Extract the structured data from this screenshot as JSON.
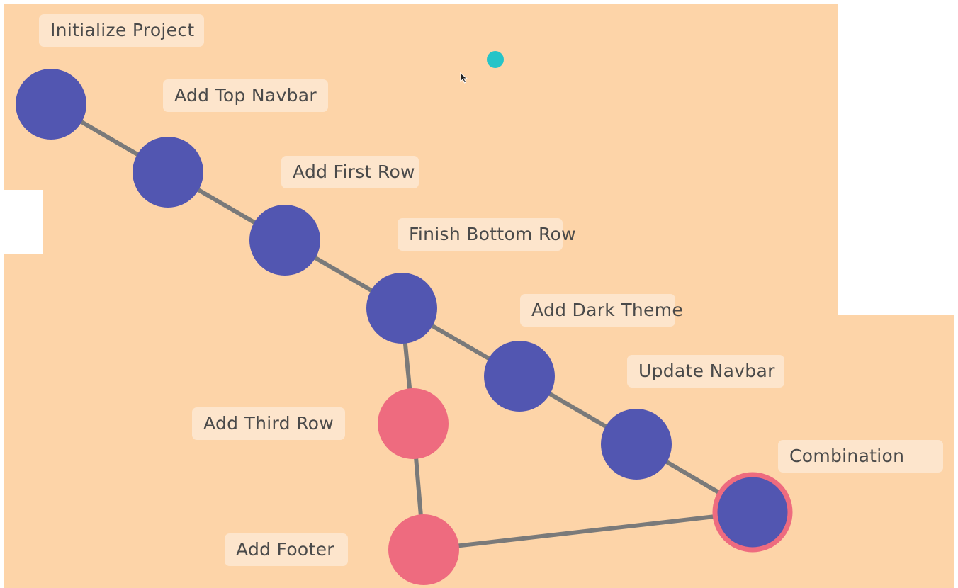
{
  "colors": {
    "background": "#fdd4a8",
    "label_bg": "#fde5cc",
    "label_text": "#4a4a4a",
    "main_branch": "#5256b1",
    "side_branch": "#ee6b7f",
    "edge": "#7a7a7a",
    "pointer_dot": "#26c4c8"
  },
  "commits": [
    {
      "id": "c1",
      "label": "Initialize Project",
      "branch": "main"
    },
    {
      "id": "c2",
      "label": "Add Top Navbar",
      "branch": "main"
    },
    {
      "id": "c3",
      "label": "Add First Row",
      "branch": "main"
    },
    {
      "id": "c4",
      "label": "Finish Bottom Row",
      "branch": "main"
    },
    {
      "id": "c5",
      "label": "Add Dark Theme",
      "branch": "main"
    },
    {
      "id": "c6",
      "label": "Update Navbar",
      "branch": "main"
    },
    {
      "id": "c7",
      "label": "Add Third Row",
      "branch": "side"
    },
    {
      "id": "c8",
      "label": "Add Footer",
      "branch": "side"
    },
    {
      "id": "c9",
      "label": "Combination",
      "branch": "merge"
    }
  ],
  "edges": [
    [
      "c1",
      "c2"
    ],
    [
      "c2",
      "c3"
    ],
    [
      "c3",
      "c4"
    ],
    [
      "c4",
      "c5"
    ],
    [
      "c5",
      "c6"
    ],
    [
      "c6",
      "c9"
    ],
    [
      "c4",
      "c7"
    ],
    [
      "c7",
      "c8"
    ],
    [
      "c8",
      "c9"
    ]
  ]
}
